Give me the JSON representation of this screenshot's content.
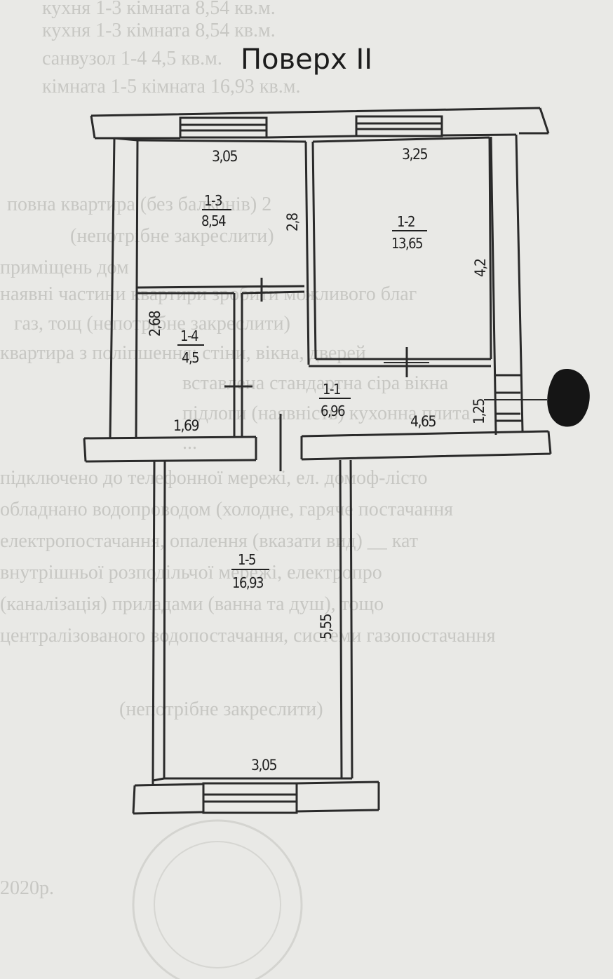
{
  "title": "Поверх II",
  "rooms": [
    {
      "id": "1-1",
      "area": "6,96"
    },
    {
      "id": "1-2",
      "area": "13,65"
    },
    {
      "id": "1-3",
      "area": "8,54"
    },
    {
      "id": "1-4",
      "area": "4,5"
    },
    {
      "id": "1-5",
      "area": "16,93"
    }
  ],
  "dimensions": {
    "room13_width": "3,05",
    "room13_height": "2,8",
    "room12_width": "3,25",
    "room12_height": "4,2",
    "room14_height": "2,68",
    "room14_width": "1,69",
    "room11_width": "4,65",
    "room11_height": "1,25",
    "room15_height": "5,55",
    "room15_width": "3,05"
  },
  "colors": {
    "wall": "#2a2a2a",
    "paper": "#e9e9e6",
    "faded_text": "#c4c4c0"
  }
}
